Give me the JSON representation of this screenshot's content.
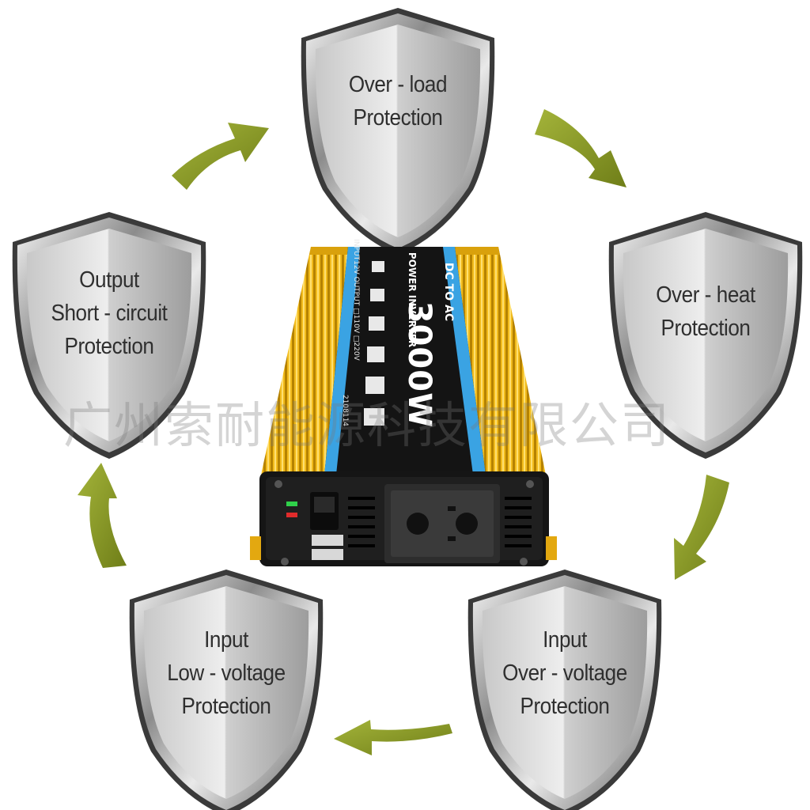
{
  "shields": [
    {
      "id": "overload",
      "lines": [
        "Over - load",
        "Protection"
      ]
    },
    {
      "id": "overheat",
      "lines": [
        "Over - heat",
        "Protection"
      ]
    },
    {
      "id": "input-overvoltage",
      "lines": [
        "Input",
        "Over - voltage",
        "Protection"
      ]
    },
    {
      "id": "input-lowvoltage",
      "lines": [
        "Input",
        "Low - voltage",
        "Protection"
      ]
    },
    {
      "id": "output-shortcircuit",
      "lines": [
        "Output",
        "Short - circuit",
        "Protection"
      ]
    }
  ],
  "inverter": {
    "model": "3000W",
    "title": "POWER INVERTER",
    "subtitle": "DC TO AC",
    "spec_line": "INPUT12V  OUTPUT □110V □220V",
    "code": "2108114",
    "body_color": "#f0b81a",
    "panel_color": "#111111",
    "stripe_color": "#3aa3e3"
  },
  "arrow_color": "#8a9a2a",
  "watermark": "广州索耐能源科技有限公司"
}
